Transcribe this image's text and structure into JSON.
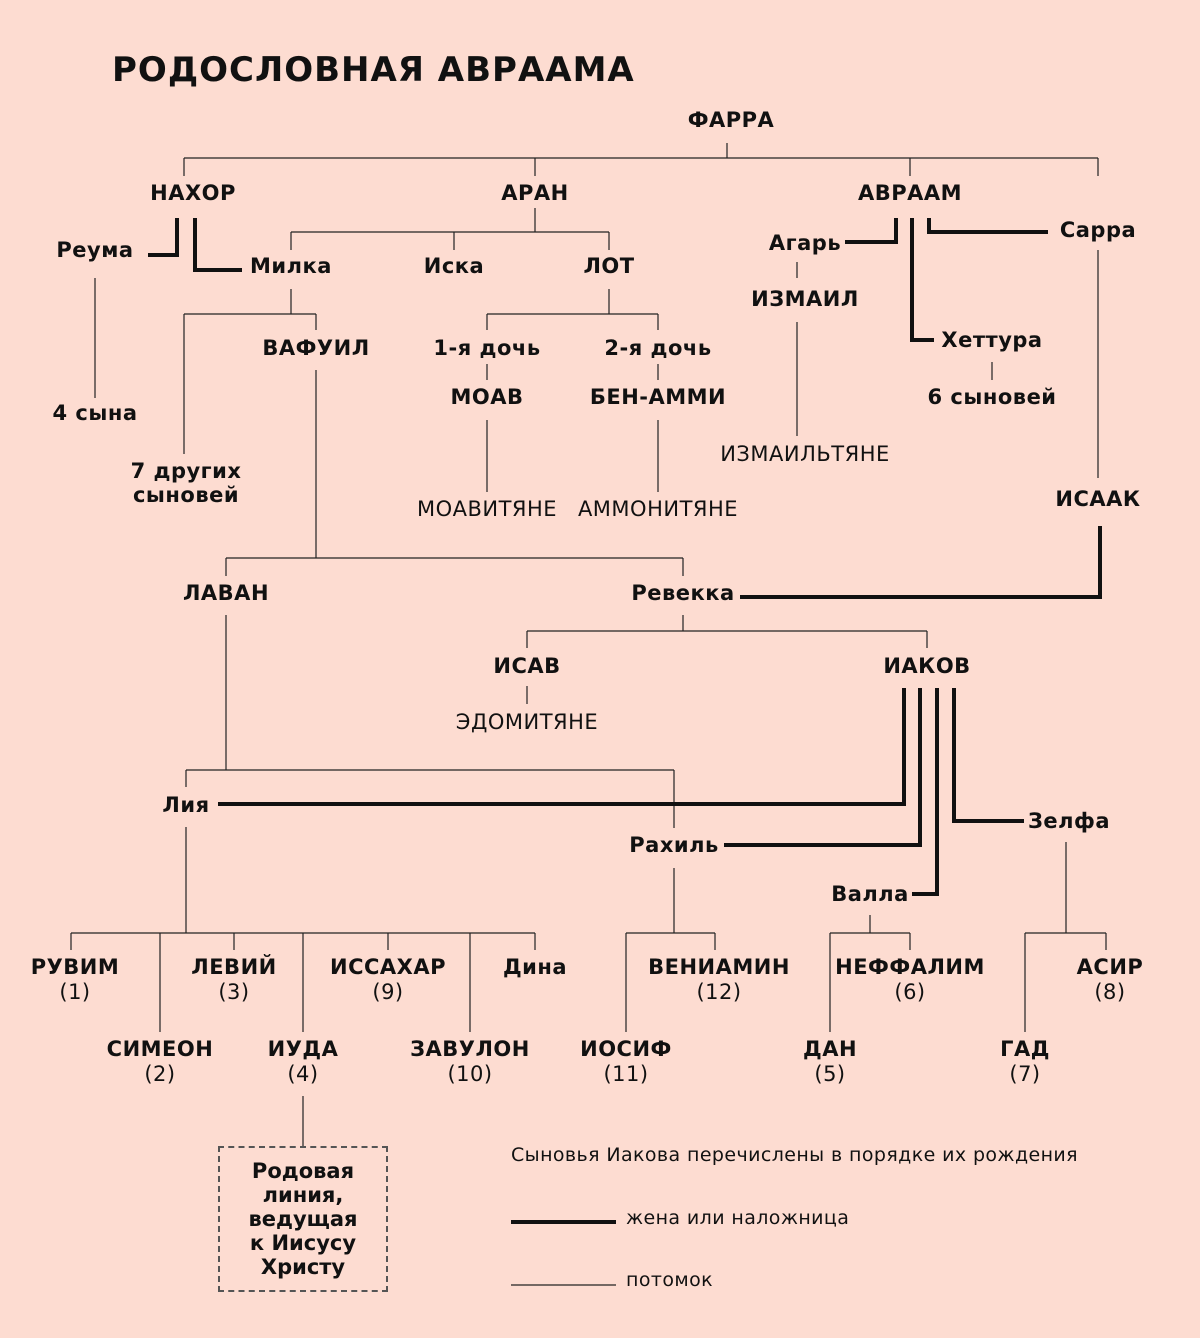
{
  "title": "РОДОСЛОВНАЯ АВРААМА",
  "people": {
    "farra": "ФАРРА",
    "nahor": "НАХОР",
    "aran": "АРАН",
    "avraam": "АВРААМ",
    "reuma": "Реума",
    "milka": "Милка",
    "iska": "Иска",
    "lot": "ЛОТ",
    "agar": "Агарь",
    "sarra": "Сарра",
    "izmail": "ИЗМАИЛ",
    "hettura": "Хеттура",
    "six_sons": "6 сыновей",
    "four_sons": "4 сына",
    "vafuil": "ВАФУИЛ",
    "seven_sons": "7 других\nсыновей",
    "daughter1": "1-я дочь",
    "daughter2": "2-я дочь",
    "moav": "МОАВ",
    "ben_ammi": "БЕН-АММИ",
    "moavityane": "МОАВИТЯНЕ",
    "ammonityane": "АММОНИТЯНЕ",
    "izmailtyane": "ИЗМАИЛЬТЯНЕ",
    "isaak": "ИСААК",
    "lavan": "ЛАВАН",
    "revekka": "Ревекка",
    "isav": "ИСАВ",
    "iakov": "ИАКОВ",
    "edomityane": "ЭДОМИТЯНЕ",
    "liya": "Лия",
    "rahil": "Рахиль",
    "valla": "Валла",
    "zelfa": "Зелфа"
  },
  "sons": [
    {
      "name": "РУВИМ",
      "order": "(1)"
    },
    {
      "name": "СИМЕОН",
      "order": "(2)"
    },
    {
      "name": "ЛЕВИЙ",
      "order": "(3)"
    },
    {
      "name": "ИУДА",
      "order": "(4)"
    },
    {
      "name": "ИССАХАР",
      "order": "(9)"
    },
    {
      "name": "ЗАВУЛОН",
      "order": "(10)"
    },
    {
      "name": "ИОСИФ",
      "order": "(11)"
    },
    {
      "name": "ВЕНИАМИН",
      "order": "(12)"
    },
    {
      "name": "ДАН",
      "order": "(5)"
    },
    {
      "name": "НЕФФАЛИМ",
      "order": "(6)"
    },
    {
      "name": "ГАД",
      "order": "(7)"
    },
    {
      "name": "АСИР",
      "order": "(8)"
    }
  ],
  "dina": "Дина",
  "box_text": "Родовая\nлиния,\nведущая\nк Иисусу\nХристу",
  "legend": {
    "note": "Сыновья Иакова перечислены в порядке их рождения",
    "wife": "жена или наложница",
    "descendant": "потомок"
  },
  "colors": {
    "background": "#fddcd1",
    "line": "#111111"
  }
}
